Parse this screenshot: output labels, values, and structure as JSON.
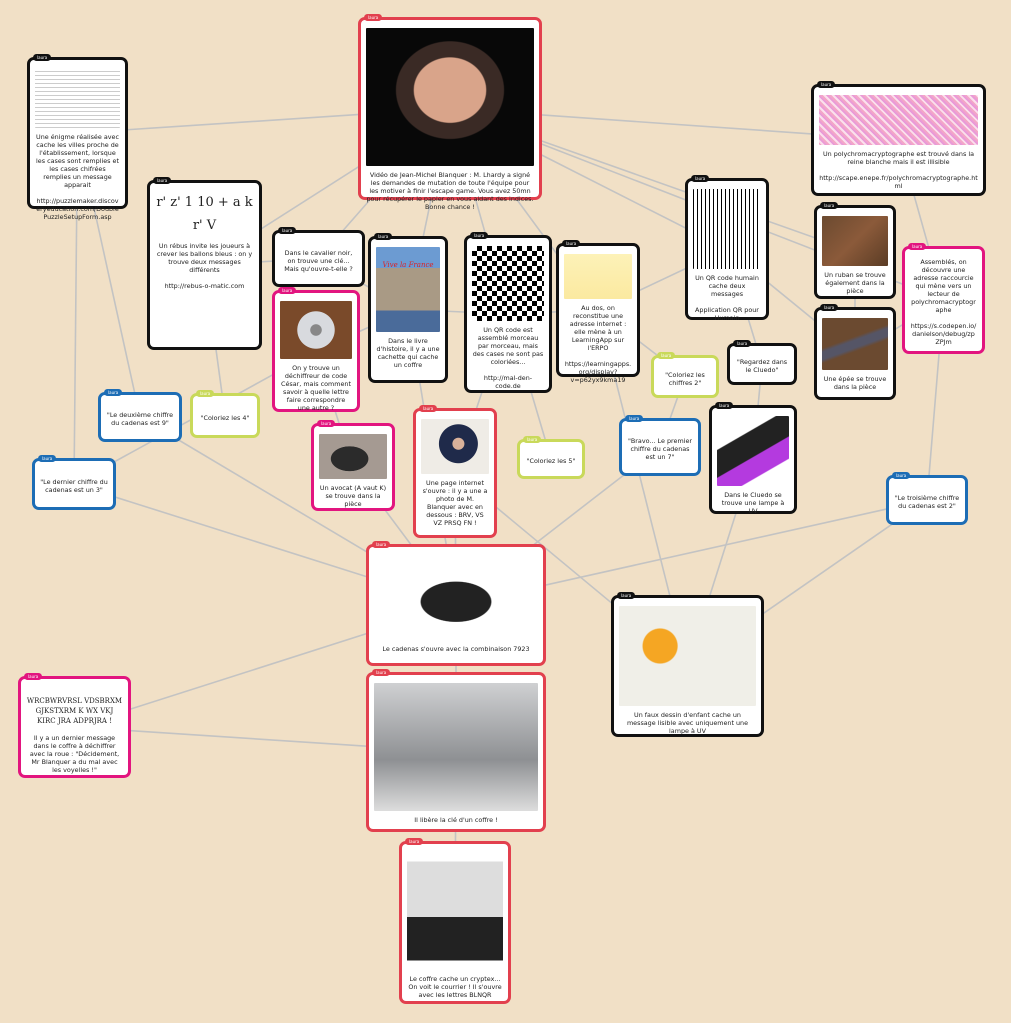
{
  "board": {
    "background": "#f1e0c6",
    "author_tag": "laura"
  },
  "colors": {
    "black": "#111111",
    "red": "#e2404e",
    "pink": "#e2157f",
    "blue": "#1d6db5",
    "lime": "#c9d95a"
  },
  "cards": [
    {
      "id": "c1",
      "color": "black",
      "text": "Une énigme réalisée avec cache les  villes proche de l'établissement, lorsque les cases sont remplies et les cases chifrées remplies un message apparait\n\nhttp://puzzlemaker.discoveryeducation.com/DoublePuzzleSetupForm.asp"
    },
    {
      "id": "c2",
      "color": "red",
      "text": "Vidéo de Jean-Michel Blanquer : M. Lhardy a signé les demandes de mutation de toute l'équipe pour les motiver à finir l'escape game. Vous avez 50mn pour récupérer le papier en vous aidant des indices. Bonne chance !"
    },
    {
      "id": "c3",
      "color": "black",
      "text": "Un  polychromacryptographe est trouvé dans la reine blanche mais il est illisible\n\nhttp://scape.enepe.fr/polychromacryptographe.html"
    },
    {
      "id": "c4",
      "color": "black",
      "rebus": "r'  z' 1 10  + a k r' V",
      "text": "Un rébus invite les joueurs à crever les ballons bleus : on y trouve deux messages différents\n\nhttp://rebus-o-matic.com"
    },
    {
      "id": "c5",
      "color": "black",
      "text": "Dans le cavalier noir, on trouve une clé... Mais qu'ouvre-t-elle ?"
    },
    {
      "id": "c6",
      "color": "pink",
      "text": "On y trouve un déchiffreur de code César, mais comment savoir à quelle lettre faire correspondre une autre ?"
    },
    {
      "id": "c7",
      "color": "black",
      "img_title": "Vive la France",
      "text": "Dans le livre d'histoire, il y a une cachette qui cache un coffre"
    },
    {
      "id": "c8",
      "color": "black",
      "text": "Un QR code est assemblé morceau par morceau, mais des cases ne sont pas coloriées...\n\nhttp://mal-den-code.de"
    },
    {
      "id": "c9",
      "color": "black",
      "text": "Au dos, on reconstitue une adresse internet : elle mène à un LearningApp sur l'ERPO\n\nhttps://learningapps.org/display?v=p62yx9kma19"
    },
    {
      "id": "c10",
      "color": "black",
      "text": "Un QR code humain cache deux messages\n\nApplication QR pour Humain"
    },
    {
      "id": "c11",
      "color": "black",
      "text": "Un ruban se trouve également dans la pièce"
    },
    {
      "id": "c12",
      "color": "black",
      "text": "Une épée se trouve dans la pièce"
    },
    {
      "id": "c13",
      "color": "pink",
      "text": "Assemblés, on découvre une adresse raccourcie qui mène vers un lecteur de polychromacryptographe\n\nhttps://s.codepen.io/danielson/debug/zpZPJm"
    },
    {
      "id": "c14",
      "color": "lime",
      "text": "\"Coloriez les chiffres 2\""
    },
    {
      "id": "c15",
      "color": "black",
      "text": "\"Regardez dans le Cluedo\""
    },
    {
      "id": "c16",
      "color": "blue",
      "text": "\"Le deuxième chiffre du cadenas est 9\""
    },
    {
      "id": "c17",
      "color": "lime",
      "text": "\"Coloriez les 4\""
    },
    {
      "id": "c18",
      "color": "pink",
      "text": "Un avocat (A vaut K) se trouve dans la pièce"
    },
    {
      "id": "c19",
      "color": "red",
      "text": "Une page internet s'ouvre : il y a une a photo de M. Blanquer avec en dessous : BRV, VS VZ PRSQ FN !"
    },
    {
      "id": "c20",
      "color": "lime",
      "text": "\"Coloriez les 5\""
    },
    {
      "id": "c21",
      "color": "blue",
      "text": "\"Bravo... Le premier chiffre du cadenas est un 7\""
    },
    {
      "id": "c22",
      "color": "black",
      "text": "Dans le Cluedo se trouve une lampe à UV"
    },
    {
      "id": "c23",
      "color": "blue",
      "text": "\"Le dernier chiffre du cadenas est un 3\""
    },
    {
      "id": "c24",
      "color": "blue",
      "text": "\"Le troisième chiffre du cadenas est 2\""
    },
    {
      "id": "c25",
      "color": "red",
      "text": "Le cadenas s'ouvre avec la combinaison 7923"
    },
    {
      "id": "c26",
      "color": "black",
      "text": "Un faux dessin d'enfant cache un message lisible avec uniquement une lampe à UV"
    },
    {
      "id": "c27",
      "color": "pink",
      "cipher": "WRCBWRVRSL VDSBRXM GJKSTXRM K WX VKJ KIRC JRA ADPRJRA !",
      "text": "Il y a un dernier message dans le coffre à déchiffrer avec la roue : \"Décidement, Mr Blanquer a du mal avec les voyelles !\""
    },
    {
      "id": "c28",
      "color": "red",
      "text": "Il libère la clé d'un coffre !"
    },
    {
      "id": "c29",
      "color": "red",
      "text": "Le coffre cache un cryptex... On voit le courrier ! Il s'ouvre avec les lettres BLNQR"
    }
  ]
}
